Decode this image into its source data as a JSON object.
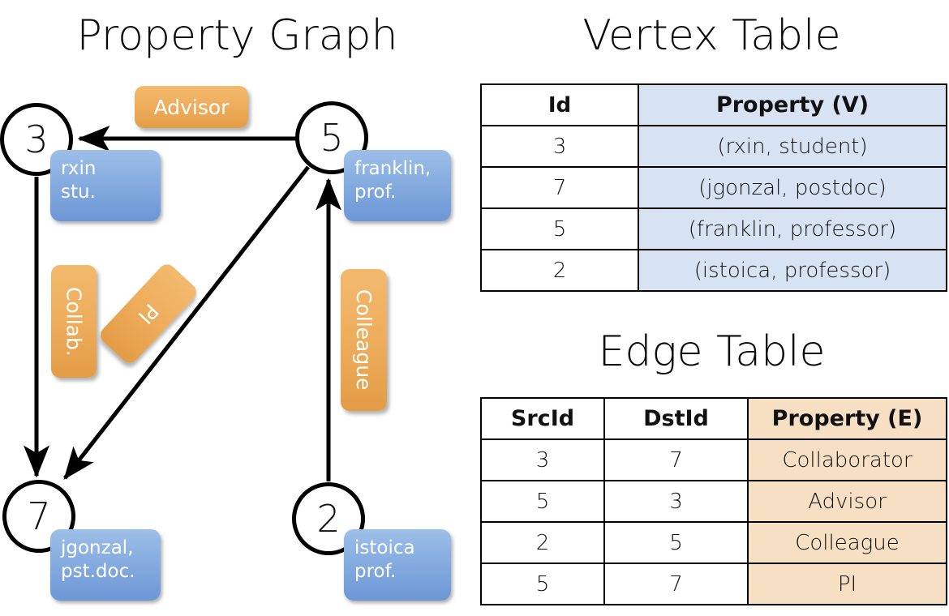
{
  "titles": {
    "property_graph": "Property Graph",
    "vertex_table": "Vertex Table",
    "edge_table": "Edge Table"
  },
  "colors": {
    "vertex_property_fill": "#d7e2f3",
    "edge_property_fill": "#f7dfc4",
    "node_box_blue": "#86ace0",
    "edge_label_orange": "#eead5c",
    "stroke": "#000000"
  },
  "graph": {
    "nodes": [
      {
        "id": "3",
        "prop_line1": "rxin",
        "prop_line2": "stu."
      },
      {
        "id": "5",
        "prop_line1": "franklin,",
        "prop_line2": "prof."
      },
      {
        "id": "7",
        "prop_line1": "jgonzal,",
        "prop_line2": "pst.doc."
      },
      {
        "id": "2",
        "prop_line1": "istoica",
        "prop_line2": "prof."
      }
    ],
    "edge_labels": [
      {
        "name": "advisor",
        "text": "Advisor"
      },
      {
        "name": "collab",
        "text": "Collab."
      },
      {
        "name": "pi",
        "text": "PI"
      },
      {
        "name": "colleague",
        "text": "Colleague"
      }
    ],
    "edges": [
      {
        "from": "5",
        "to": "3",
        "label": "Advisor"
      },
      {
        "from": "3",
        "to": "7",
        "label": "Collab."
      },
      {
        "from": "5",
        "to": "7",
        "label": "PI"
      },
      {
        "from": "2",
        "to": "5",
        "label": "Colleague"
      }
    ]
  },
  "vertex_table": {
    "headers": [
      "Id",
      "Property (V)"
    ],
    "rows": [
      {
        "id": "3",
        "property": "(rxin, student)"
      },
      {
        "id": "7",
        "property": "(jgonzal, postdoc)"
      },
      {
        "id": "5",
        "property": "(franklin, professor)"
      },
      {
        "id": "2",
        "property": "(istoica, professor)"
      }
    ]
  },
  "edge_table": {
    "headers": [
      "SrcId",
      "DstId",
      "Property (E)"
    ],
    "rows": [
      {
        "src": "3",
        "dst": "7",
        "property": "Collaborator"
      },
      {
        "src": "5",
        "dst": "3",
        "property": "Advisor"
      },
      {
        "src": "2",
        "dst": "5",
        "property": "Colleague"
      },
      {
        "src": "5",
        "dst": "7",
        "property": "PI"
      }
    ]
  }
}
